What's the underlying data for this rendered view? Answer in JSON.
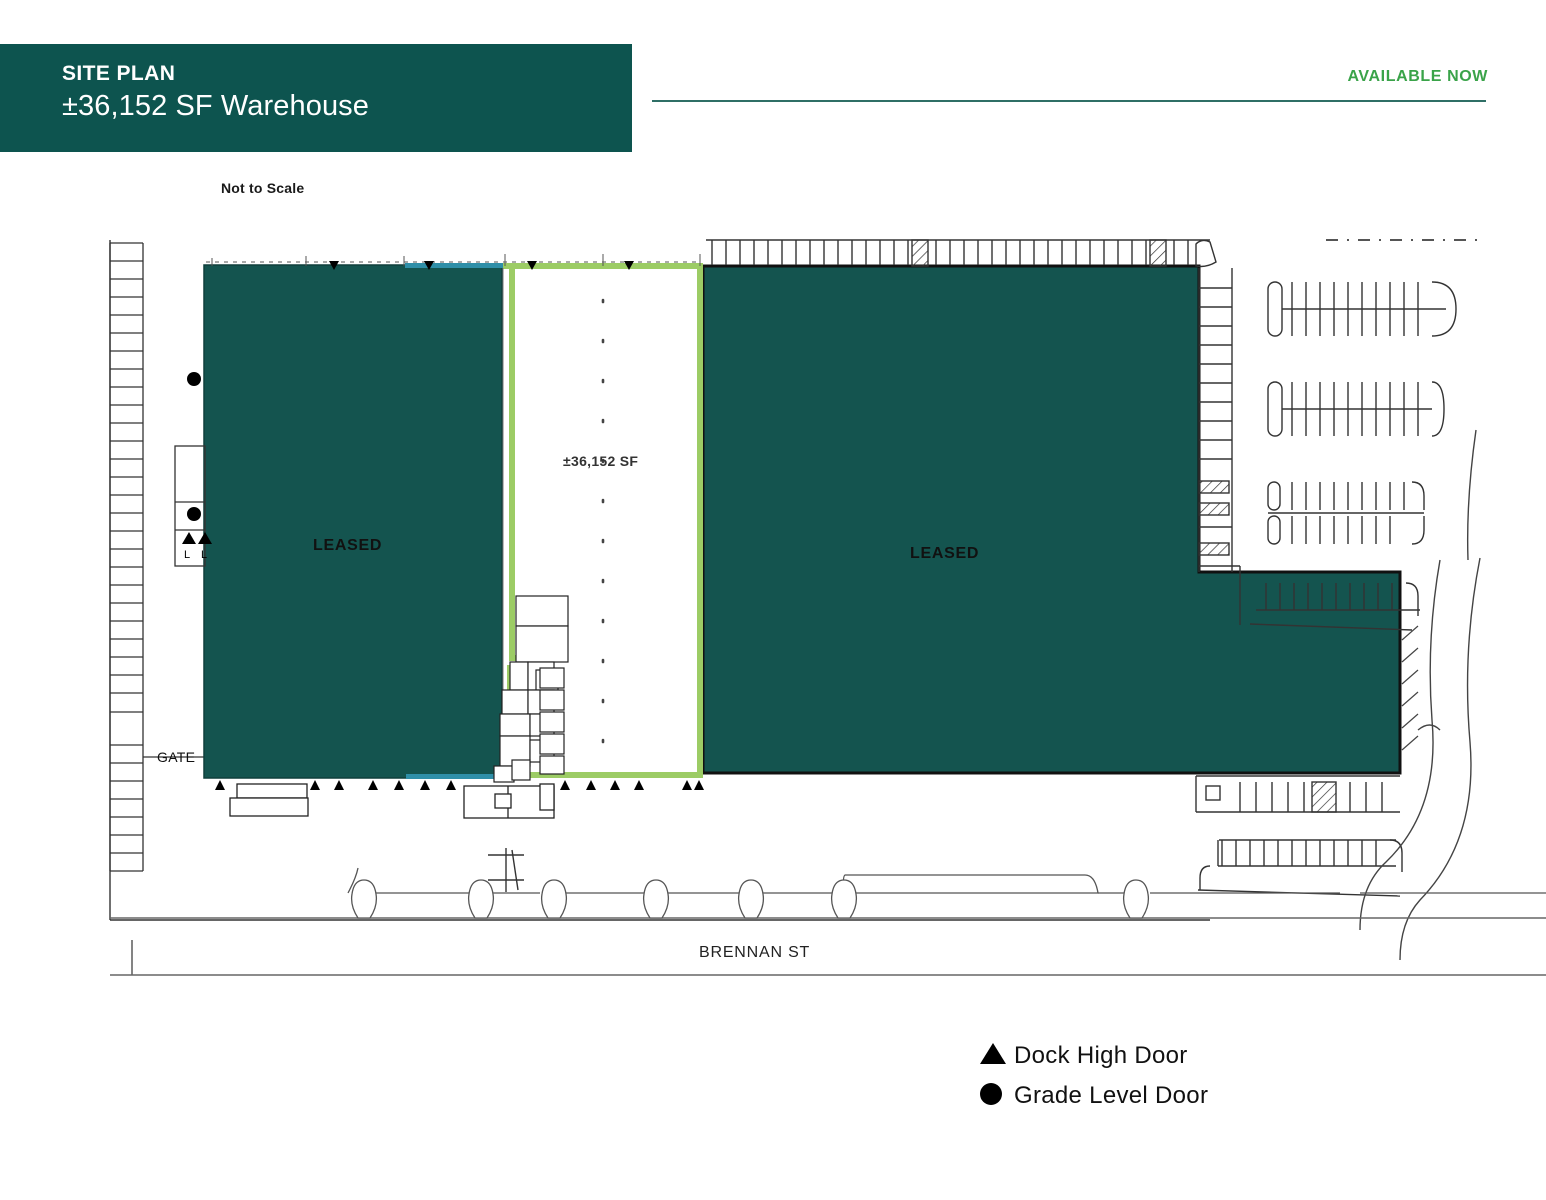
{
  "header": {
    "title": "SITE PLAN",
    "subtitle": "±36,152 SF Warehouse",
    "availability": "AVAILABLE NOW",
    "bar_color": "#0d544f",
    "availability_color": "#3aa349",
    "rule_color": "#2f6f66"
  },
  "plan": {
    "scale_note": "Not to Scale",
    "street_label": "BRENNAN ST",
    "gate_label": "GATE",
    "available_area_label": "±36,152 SF",
    "available_outline_color": "#9ccc65",
    "building_fill_color": "#14544f",
    "buildings": [
      {
        "id": "left-building",
        "label": "LEASED"
      },
      {
        "id": "right-building",
        "label": "LEASED"
      }
    ],
    "dock_letters": [
      "L",
      "L"
    ]
  },
  "legend": {
    "items": [
      {
        "marker": "triangle",
        "label": "Dock High Door"
      },
      {
        "marker": "circle",
        "label": "Grade Level Door"
      }
    ]
  }
}
